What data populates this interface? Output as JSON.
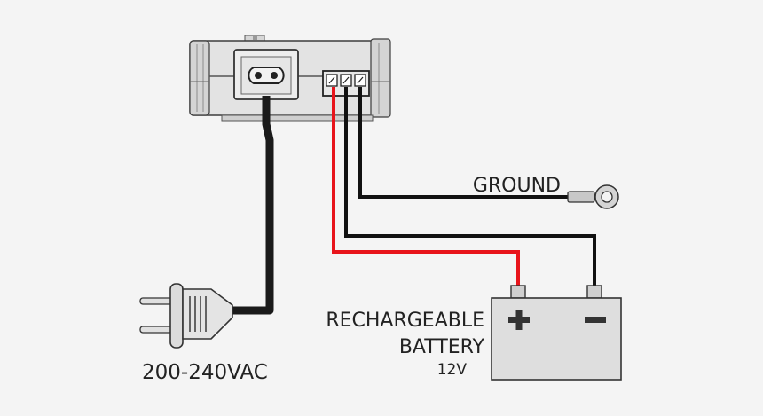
{
  "labels": {
    "ground": "GROUND",
    "battery_line1": "RECHARGEABLE",
    "battery_line2": "BATTERY",
    "battery_voltage": "12V",
    "input_voltage": "200-240VAC",
    "battery_plus": "+",
    "battery_minus": "−"
  },
  "colors": {
    "positive_wire": "#e8141b",
    "negative_wire": "#111111",
    "ground_wire": "#111111",
    "ac_cable": "#1a1a1a",
    "housing": "#e4e4e4",
    "outline": "#3a3a3a"
  }
}
